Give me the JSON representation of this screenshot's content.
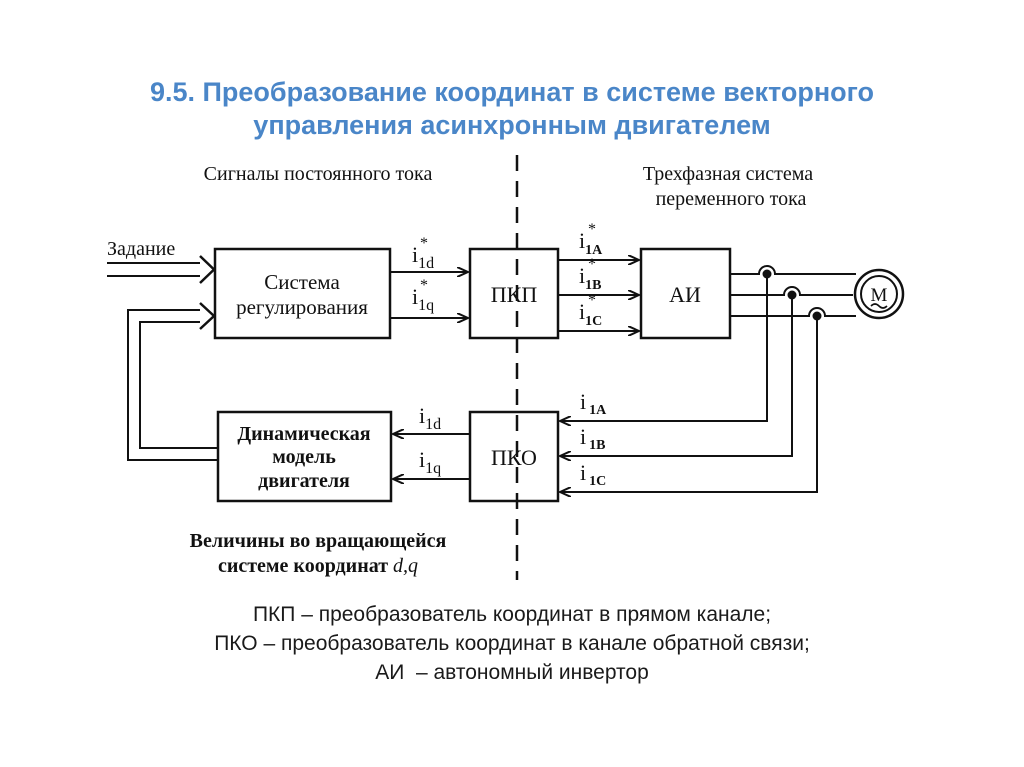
{
  "title": {
    "line1": "9.5. Преобразование координат в системе векторного",
    "line2": "управления асинхронным двигателем"
  },
  "diagram": {
    "left_region_label": "Сигналы постоянного тока",
    "right_region_label_line1": "Трехфазная система",
    "right_region_label_line2": "переменного тока",
    "bottom_left_label_line1": "Величины во вращающейся",
    "bottom_left_label_line2": "системе координат",
    "bottom_left_label_italic": "d,q",
    "input_label": "Задание",
    "blocks": {
      "control_system_line1": "Система",
      "control_system_line2": "регулирования",
      "pkp": "ПКП",
      "ai": "АИ",
      "pko": "ПКО",
      "motor_model_line1": "Динамическая",
      "motor_model_line2": "модель",
      "motor_model_line3": "двигателя",
      "motor": "M"
    },
    "signals": {
      "i1d_ref": {
        "base": "i",
        "sub": "1d",
        "sup": "*"
      },
      "i1q_ref": {
        "base": "i",
        "sub": "1q",
        "sup": "*"
      },
      "i1A_ref": {
        "base": "i",
        "sub": "1A",
        "sup": "*"
      },
      "i1B_ref": {
        "base": "i",
        "sub": "1B",
        "sup": "*"
      },
      "i1C_ref": {
        "base": "i",
        "sub": "1C",
        "sup": "*"
      },
      "i1A": {
        "base": "i",
        "sub": "1A"
      },
      "i1B": {
        "base": "i",
        "sub": "1B"
      },
      "i1C": {
        "base": "i",
        "sub": "1C"
      },
      "i1d": {
        "base": "i",
        "sub": "1d"
      },
      "i1q": {
        "base": "i",
        "sub": "1q"
      }
    }
  },
  "legend": {
    "line1": "ПКП – преобразователь координат в прямом канале;",
    "line2": "ПКО – преобразователь координат в канале обратной связи;",
    "line3": "АИ  – автономный инвертор"
  },
  "colors": {
    "title": "#4a86c8",
    "ink": "#111111"
  }
}
